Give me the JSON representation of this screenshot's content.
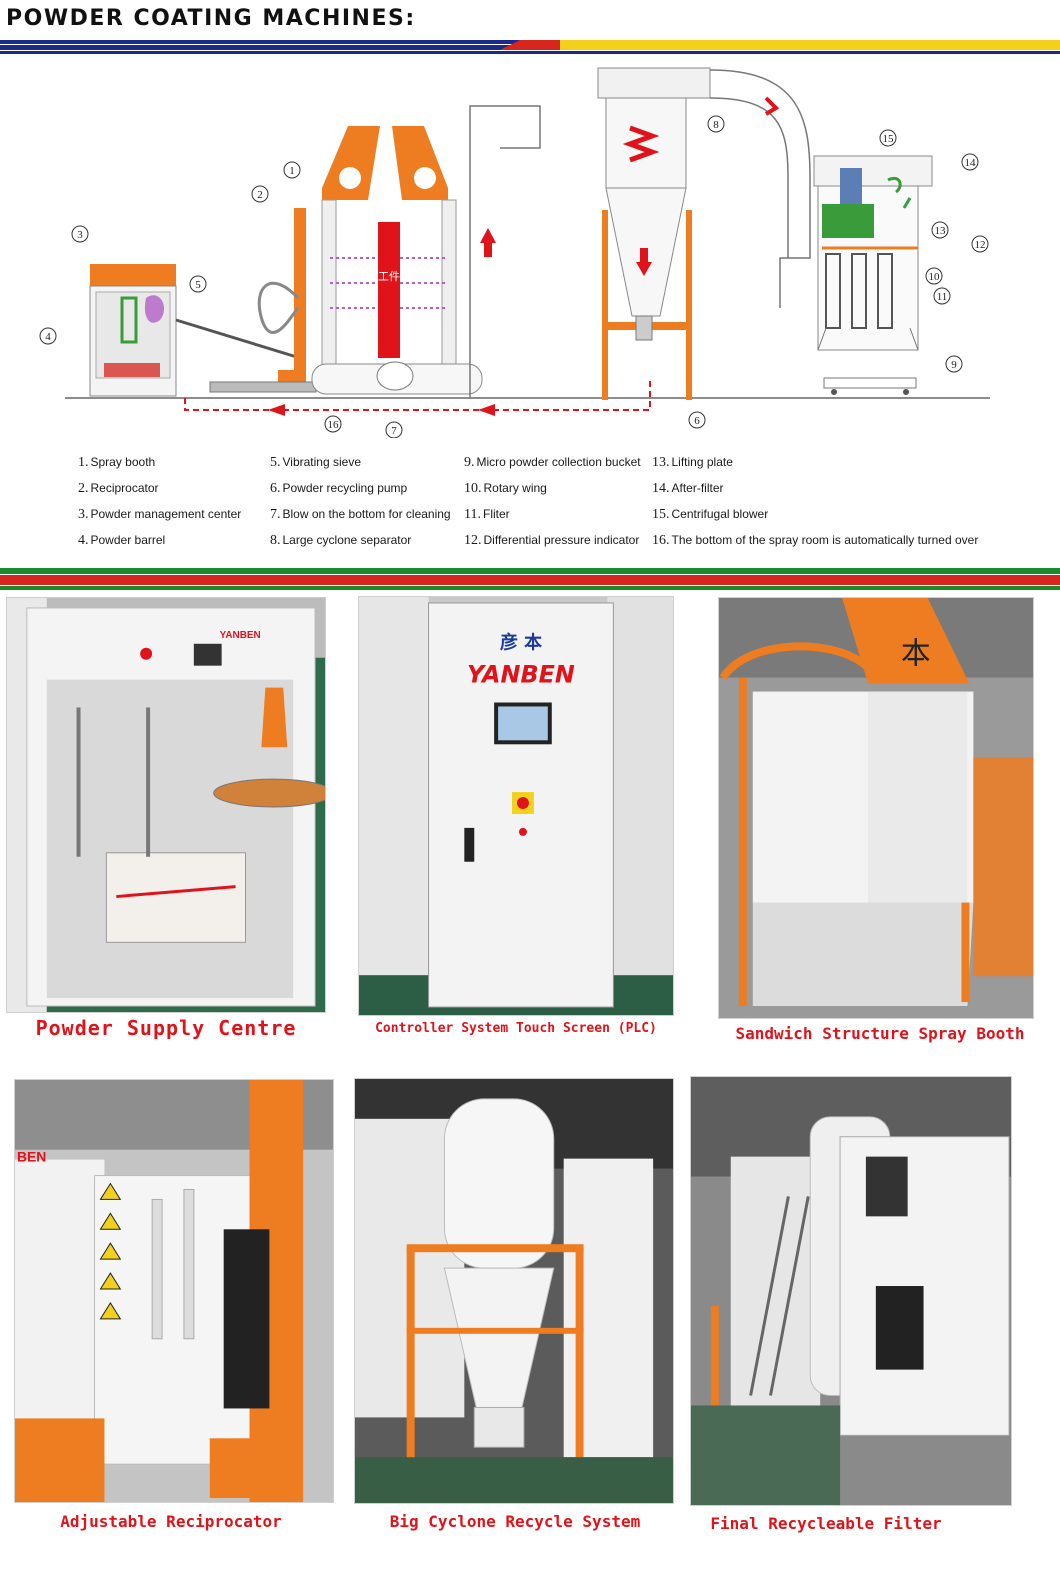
{
  "header": {
    "title": "POWDER COATING MACHINES:",
    "colors": {
      "navy": "#1b2a8a",
      "yellow": "#f2d11c",
      "red": "#d7261e",
      "green": "#1a8a2e"
    }
  },
  "diagram": {
    "markers": [
      "1",
      "2",
      "3",
      "4",
      "5",
      "6",
      "7",
      "8",
      "9",
      "10",
      "11",
      "12",
      "13",
      "14",
      "15",
      "16"
    ],
    "workpiece_label": "工件",
    "accent_color": "#ee7d22"
  },
  "legend": [
    {
      "num": "1.",
      "label": "Spray booth"
    },
    {
      "num": "2.",
      "label": "Reciprocator"
    },
    {
      "num": "3.",
      "label": "Powder management center"
    },
    {
      "num": "4.",
      "label": "Powder barrel"
    },
    {
      "num": "5.",
      "label": "Vibrating sieve"
    },
    {
      "num": "6.",
      "label": "Powder recycling pump"
    },
    {
      "num": "7.",
      "label": "Blow on the bottom for cleaning"
    },
    {
      "num": "8.",
      "label": "Large cyclone separator"
    },
    {
      "num": "9.",
      "label": "Micro powder collection bucket"
    },
    {
      "num": "10.",
      "label": "Rotary wing"
    },
    {
      "num": "11.",
      "label": "Fliter"
    },
    {
      "num": "12.",
      "label": "Differential pressure indicator"
    },
    {
      "num": "13.",
      "label": "Lifting plate"
    },
    {
      "num": "14.",
      "label": "After-filter"
    },
    {
      "num": "15.",
      "label": "Centrifugal blower"
    },
    {
      "num": "16.",
      "label": "The bottom of the spray room is automatically turned over"
    }
  ],
  "photos": [
    {
      "caption": "Powder Supply Centre",
      "brand": "YANBEN"
    },
    {
      "caption": "Controller System Touch Screen (PLC)",
      "brand": "YANBEN",
      "brand_cn": "彦 本"
    },
    {
      "caption": "Sandwich Structure Spray Booth",
      "brand_cn": "本"
    },
    {
      "caption": "Adjustable Reciprocator",
      "brand": "BEN"
    },
    {
      "caption": "Big Cyclone Recycle System"
    },
    {
      "caption": "Final Recycleable Filter"
    }
  ]
}
